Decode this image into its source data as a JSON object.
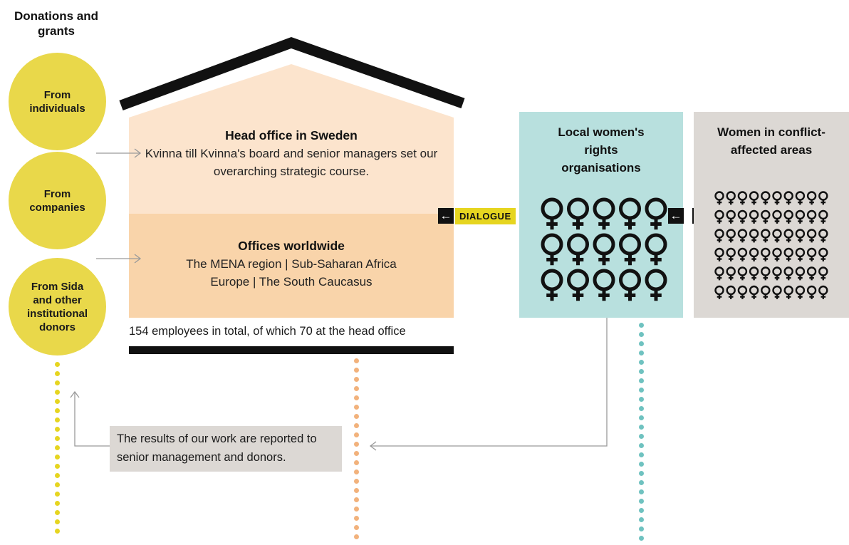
{
  "donations": {
    "title": "Donations and grants",
    "sources": [
      "From individuals",
      "From companies",
      "From Sida and other institutional donors"
    ]
  },
  "head_office": {
    "title": "Head office in Sweden",
    "text": "Kvinna till Kvinna's board and senior managers set our overarching strategic course."
  },
  "offices": {
    "title": "Offices worldwide",
    "line1": "The MENA region | Sub-Saharan Africa",
    "line2": "Europe | The South Caucasus"
  },
  "employees": "154 employees in total, of which 70 at the head office",
  "dialogue": "DIALOGUE",
  "local_orgs": {
    "title": "Local women's rights organisations"
  },
  "women": {
    "title": "Women in conflict-affected areas"
  },
  "report": "The results of our work are reported to senior management and donors.",
  "colors": {
    "yellow": "#e9d84a",
    "peach_light": "#fce4cd",
    "peach": "#f9d4aa",
    "teal": "#b8e0de",
    "grey": "#dcd8d4",
    "orange_dots": "#f2b27c",
    "teal_dots": "#6fc2c0",
    "yellow_dots": "#e6d520"
  },
  "icons": [
    "female-symbol-icon",
    "arrow-left-icon",
    "arrow-right-icon"
  ]
}
